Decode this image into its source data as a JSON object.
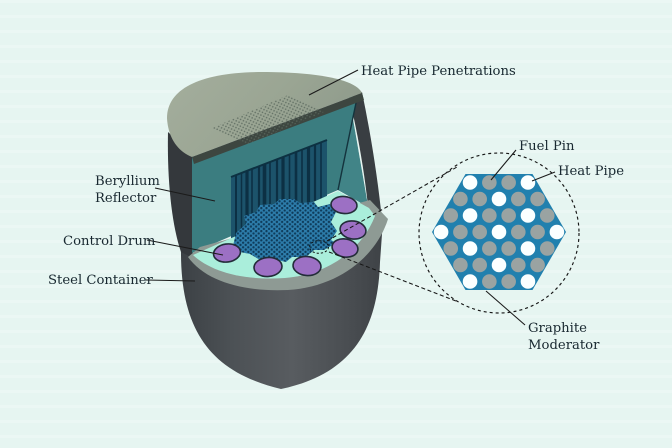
{
  "figure": {
    "type": "cutaway-technical-diagram",
    "subject": "Heat-pipe microreactor cutaway with magnified hexagonal core lattice cross-section"
  },
  "labels": {
    "heat_pipe_penetrations": {
      "text": "Heat Pipe Penetrations"
    },
    "beryllium_reflector": {
      "line1": "Beryllium",
      "line2": "Reflector"
    },
    "control_drum": {
      "text": "Control Drum"
    },
    "steel_container": {
      "text": "Steel Container"
    },
    "fuel_pin": {
      "text": "Fuel Pin"
    },
    "heat_pipe": {
      "text": "Heat Pipe"
    },
    "graphite_moderator": {
      "line1": "Graphite",
      "line2": "Moderator"
    }
  },
  "colors": {
    "background": "#e6f5f1",
    "steel_container": "#4b5054",
    "top_cap": "#9da896",
    "beryllium_reflector_face": "#3b7d80",
    "heat_pipe_slots": "#0c3044",
    "core_surface_mint": "#aaeedb",
    "surface_rim_gray": "#8e9a94",
    "core_lattice_blue": "#2d7dab",
    "control_drum_purple": "#9c70c4",
    "graphite_moderator_blue": "#2180ae",
    "fuel_pin_gray": "#9aa3a2",
    "heat_pipe_white": "#fbffff",
    "label_text": "#182830"
  },
  "cross_section": {
    "description": "Hexagonal graphite moderator block inside dashed magnifier circle",
    "rows": [
      [
        "heat",
        "fuel",
        "fuel",
        "heat"
      ],
      [
        "fuel",
        "fuel",
        "heat",
        "fuel",
        "fuel"
      ],
      [
        "fuel",
        "heat",
        "fuel",
        "fuel",
        "heat",
        "fuel"
      ],
      [
        "heat",
        "fuel",
        "fuel",
        "heat",
        "fuel",
        "fuel",
        "heat"
      ],
      [
        "fuel",
        "heat",
        "fuel",
        "fuel",
        "heat",
        "fuel"
      ],
      [
        "fuel",
        "fuel",
        "heat",
        "fuel",
        "fuel"
      ],
      [
        "heat",
        "fuel",
        "fuel",
        "heat"
      ]
    ],
    "legend": {
      "fuel": "Fuel Pin",
      "heat": "Heat Pipe",
      "matrix": "Graphite Moderator"
    },
    "counts": {
      "fuel_pins": 24,
      "heat_pipes": 13,
      "total_channels": 37
    }
  },
  "reactor": {
    "control_drum_count": 6
  }
}
